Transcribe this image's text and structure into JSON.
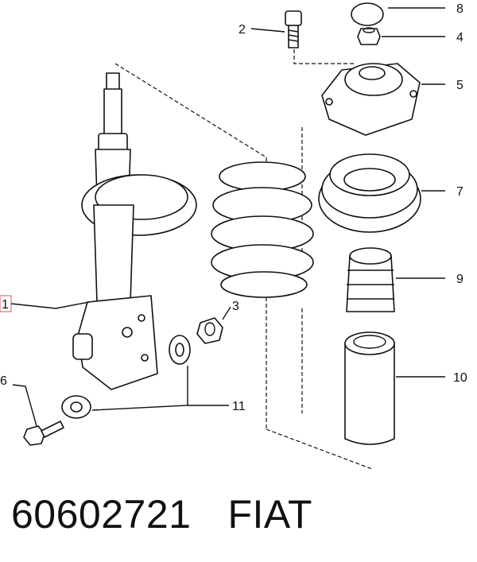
{
  "callouts": {
    "c1": "1",
    "c2": "2",
    "c3": "3",
    "c4": "4",
    "c5": "5",
    "c6": "6",
    "c7": "7",
    "c8": "8",
    "c9": "9",
    "c10": "10",
    "c11": "11"
  },
  "footer": {
    "part_number": "60602721",
    "brand": "FIAT"
  },
  "colors": {
    "line": "#111111",
    "highlight": "#e05050",
    "background": "#ffffff"
  }
}
